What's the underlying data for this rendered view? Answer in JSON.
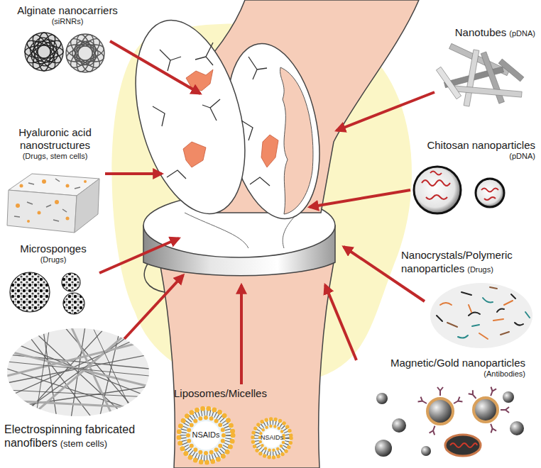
{
  "diagram": {
    "labels": [
      "Alginate nanocarriers",
      "(siRNRs)",
      "Hyaluronic acid nanostructures",
      "(Drugs, stem cells)",
      "Microsponges",
      "(Drugs)",
      "Electrospinning fabricated nanofibers",
      "(stem cells)",
      "Liposomes/Micelles",
      "NSAIDs",
      "NSAIDs",
      "Magnetic/Gold nanoparticles",
      "(Antibodies)",
      "Nanocrystals/Polymeric nanoparticles",
      "(Drugs)",
      "Chitosan nanoparticles",
      "(pDNA)",
      "Nanotubes",
      "(pDNA)"
    ]
  }
}
